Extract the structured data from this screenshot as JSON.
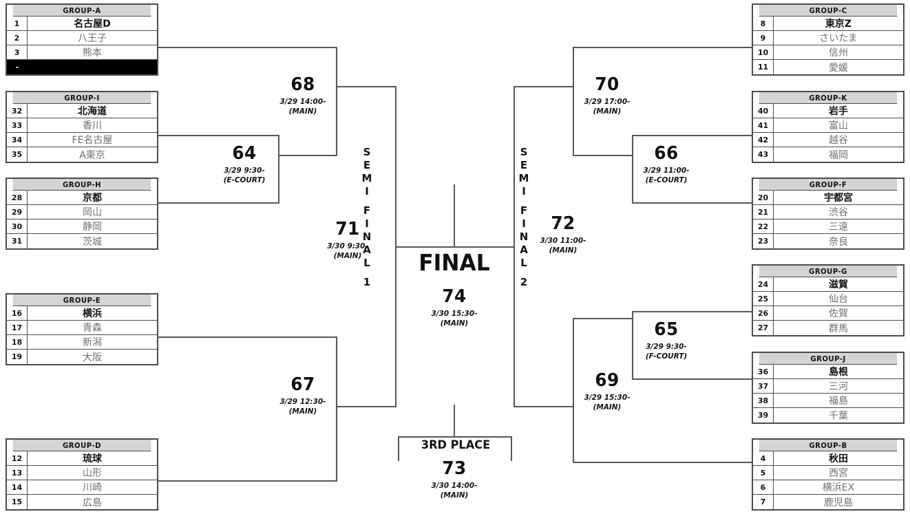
{
  "tournament": {
    "final_label": "FINAL",
    "third_place_label": "3RD PLACE",
    "semi_final_1": [
      "S",
      "E",
      "M",
      "I",
      "F",
      "I",
      "N",
      "A",
      "L",
      "1"
    ],
    "semi_final_2": [
      "S",
      "E",
      "M",
      "I",
      "F",
      "I",
      "N",
      "A",
      "L",
      "2"
    ]
  },
  "groups": [
    {
      "id": "group-a",
      "header": "GROUP-A",
      "rows": [
        {
          "num": "1",
          "name": "名古屋D",
          "top": true
        },
        {
          "num": "2",
          "name": "八王子",
          "top": false
        },
        {
          "num": "3",
          "name": "熊本",
          "top": false
        },
        {
          "num": "-",
          "name": "",
          "blackout": true
        }
      ]
    },
    {
      "id": "group-i",
      "header": "GROUP-I",
      "rows": [
        {
          "num": "32",
          "name": "北海道",
          "top": true
        },
        {
          "num": "33",
          "name": "香川",
          "top": false
        },
        {
          "num": "34",
          "name": "FE名古屋",
          "top": false
        },
        {
          "num": "35",
          "name": "A東京",
          "top": false
        }
      ]
    },
    {
      "id": "group-h",
      "header": "GROUP-H",
      "rows": [
        {
          "num": "28",
          "name": "京都",
          "top": true
        },
        {
          "num": "29",
          "name": "岡山",
          "top": false
        },
        {
          "num": "30",
          "name": "静岡",
          "top": false
        },
        {
          "num": "31",
          "name": "茨城",
          "top": false
        }
      ]
    },
    {
      "id": "group-e",
      "header": "GROUP-E",
      "rows": [
        {
          "num": "16",
          "name": "横浜",
          "top": true
        },
        {
          "num": "17",
          "name": "青森",
          "top": false
        },
        {
          "num": "18",
          "name": "新潟",
          "top": false
        },
        {
          "num": "19",
          "name": "大阪",
          "top": false
        }
      ]
    },
    {
      "id": "group-d",
      "header": "GROUP-D",
      "rows": [
        {
          "num": "12",
          "name": "琉球",
          "top": true
        },
        {
          "num": "13",
          "name": "山形",
          "top": false
        },
        {
          "num": "14",
          "name": "川崎",
          "top": false
        },
        {
          "num": "15",
          "name": "広島",
          "top": false
        }
      ]
    },
    {
      "id": "group-c",
      "header": "GROUP-C",
      "rows": [
        {
          "num": "8",
          "name": "東京Z",
          "top": true
        },
        {
          "num": "9",
          "name": "さいたま",
          "top": false
        },
        {
          "num": "10",
          "name": "信州",
          "top": false
        },
        {
          "num": "11",
          "name": "愛媛",
          "top": false
        }
      ]
    },
    {
      "id": "group-k",
      "header": "GROUP-K",
      "rows": [
        {
          "num": "40",
          "name": "岩手",
          "top": true
        },
        {
          "num": "41",
          "name": "富山",
          "top": false
        },
        {
          "num": "42",
          "name": "越谷",
          "top": false
        },
        {
          "num": "43",
          "name": "福岡",
          "top": false
        }
      ]
    },
    {
      "id": "group-f",
      "header": "GROUP-F",
      "rows": [
        {
          "num": "20",
          "name": "宇都宮",
          "top": true
        },
        {
          "num": "21",
          "name": "渋谷",
          "top": false
        },
        {
          "num": "22",
          "name": "三遠",
          "top": false
        },
        {
          "num": "23",
          "name": "奈良",
          "top": false
        }
      ]
    },
    {
      "id": "group-g",
      "header": "GROUP-G",
      "rows": [
        {
          "num": "24",
          "name": "滋賀",
          "top": true
        },
        {
          "num": "25",
          "name": "仙台",
          "top": false
        },
        {
          "num": "26",
          "name": "佐賀",
          "top": false
        },
        {
          "num": "27",
          "name": "群馬",
          "top": false
        }
      ]
    },
    {
      "id": "group-j",
      "header": "GROUP-J",
      "rows": [
        {
          "num": "36",
          "name": "島根",
          "top": true
        },
        {
          "num": "37",
          "name": "三河",
          "top": false
        },
        {
          "num": "38",
          "name": "福島",
          "top": false
        },
        {
          "num": "39",
          "name": "千葉",
          "top": false
        }
      ]
    },
    {
      "id": "group-b",
      "header": "GROUP-B",
      "rows": [
        {
          "num": "4",
          "name": "秋田",
          "top": true
        },
        {
          "num": "5",
          "name": "西宮",
          "top": false
        },
        {
          "num": "6",
          "name": "横浜EX",
          "top": false
        },
        {
          "num": "7",
          "name": "鹿児島",
          "top": false
        }
      ]
    }
  ],
  "matches": [
    {
      "id": "m64",
      "number": "64",
      "time": "3/29 9:30-\n(E-COURT)"
    },
    {
      "id": "m65",
      "number": "65",
      "time": "3/29 9:30-\n(F-COURT)"
    },
    {
      "id": "m66",
      "number": "66",
      "time": "3/29 11:00-\n(E-COURT)"
    },
    {
      "id": "m67",
      "number": "67",
      "time": "3/29 12:30-\n(MAIN)"
    },
    {
      "id": "m68",
      "number": "68",
      "time": "3/29 14:00-\n(MAIN)"
    },
    {
      "id": "m69",
      "number": "69",
      "time": "3/29 15:30-\n(MAIN)"
    },
    {
      "id": "m70",
      "number": "70",
      "time": "3/29 17:00-\n(MAIN)"
    },
    {
      "id": "m71",
      "number": "71",
      "time": "3/30 9:30-\n(MAIN)"
    },
    {
      "id": "m72",
      "number": "72",
      "time": "3/30 11:00-\n(MAIN)"
    },
    {
      "id": "m73",
      "number": "73",
      "time": "3/30 14:00-\n(MAIN)"
    },
    {
      "id": "m74",
      "number": "74",
      "time": "3/30 15:30-\n(MAIN)"
    }
  ],
  "colors": {
    "group_header_bg": "#d4d4d4",
    "border": "#4a4a4a",
    "line": "#555555",
    "text_dark": "#111111",
    "text_muted": "#6f6f6f",
    "blackout_bg": "#000000"
  }
}
